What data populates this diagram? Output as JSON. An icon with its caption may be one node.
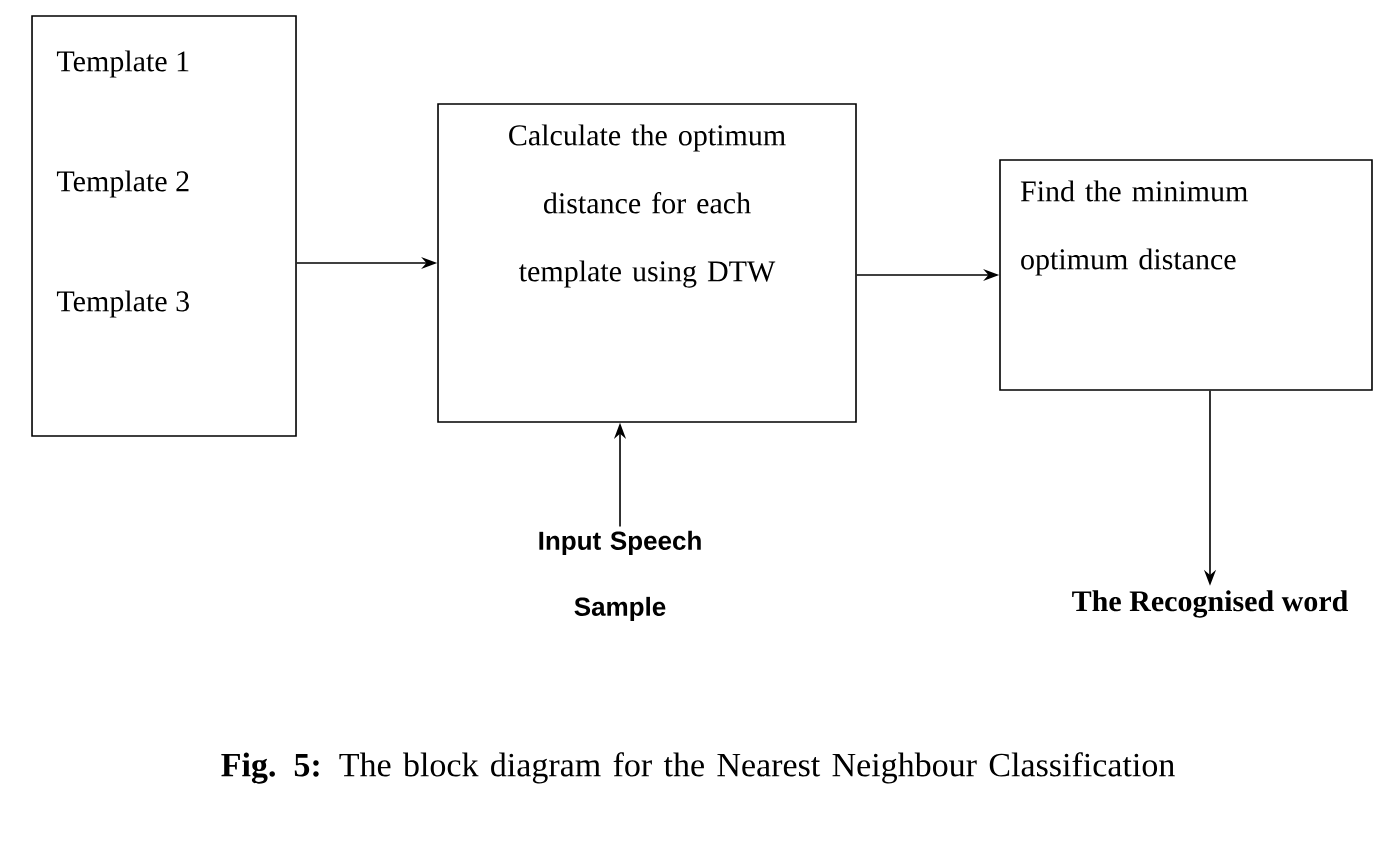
{
  "diagram": {
    "caption": "**Fig. 5:** The block diagram for the Nearest Neighbour Classification",
    "nodes": [
      {
        "text": [
          "Template 1",
          "Template 2",
          "Template 3"
        ]
      },
      {
        "text": [
          "Calculate the optimum distance for each template using DTW"
        ]
      },
      {
        "text": [
          "Find the minimum optimum distance"
        ]
      },
      {
        "text": [
          "Input Speech Sample"
        ]
      },
      {
        "text": [
          "The Recognised word"
        ]
      }
    ],
    "edges": [
      {
        "from": 0,
        "to": 1,
        "arrow": "to"
      },
      {
        "from": 1,
        "to": 2,
        "arrow": "to"
      },
      {
        "from": 3,
        "to": 1,
        "arrow": "to"
      },
      {
        "from": 2,
        "to": 4,
        "arrow": "to"
      }
    ]
  }
}
